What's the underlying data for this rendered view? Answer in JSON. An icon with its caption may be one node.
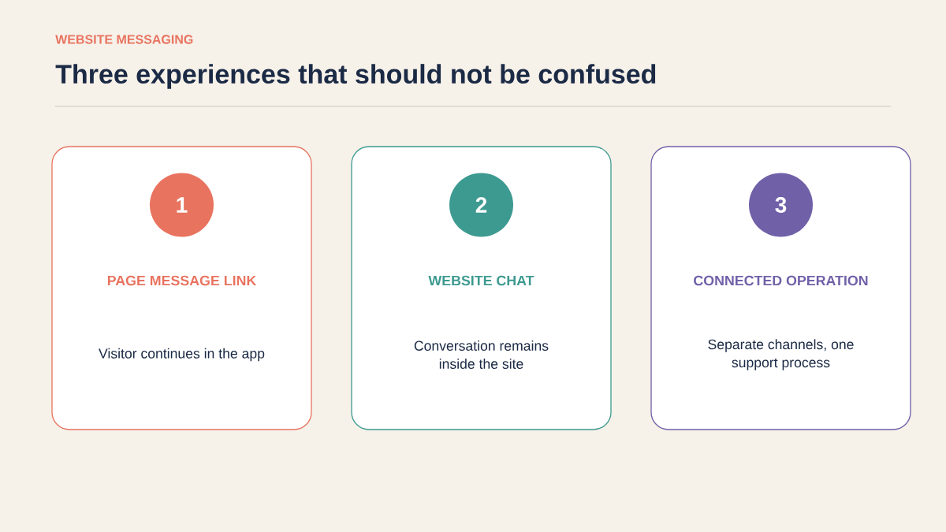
{
  "diagram": {
    "title": "Three experiences that should not be confused",
    "nodes": [
      {
        "text": [
          "PAGE MESSAGE LINK",
          "Visitor continues in the app"
        ]
      },
      {
        "text": [
          "1"
        ],
        "in": 0
      },
      {
        "text": [
          "WEBSITE CHAT",
          "Conversation remains inside the site"
        ]
      },
      {
        "text": [
          "2"
        ],
        "in": 2
      },
      {
        "text": [
          "CONNECTED OPERATION",
          "Separate channels, one support process"
        ]
      },
      {
        "text": [
          "3"
        ],
        "in": 4
      }
    ],
    "labels": [
      "WEBSITE MESSAGING"
    ]
  }
}
